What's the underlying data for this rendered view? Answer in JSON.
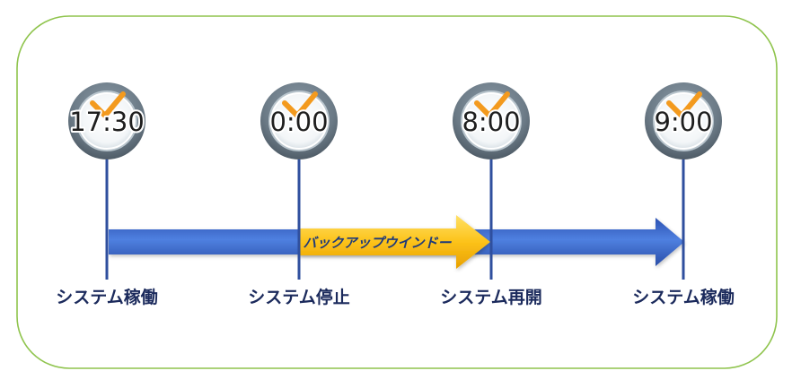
{
  "timeline": {
    "points": [
      {
        "time": "17:30",
        "label": "システム稼働"
      },
      {
        "time": "0:00",
        "label": "システム停止"
      },
      {
        "time": "8:00",
        "label": "システム再開"
      },
      {
        "time": "9:00",
        "label": "システム稼働"
      }
    ],
    "window_label": "バックアップウインドー"
  },
  "colors": {
    "frame_border": "#8fc44d",
    "system_arrow": "#3a66c8",
    "backup_arrow": "#f5b800",
    "clock_hands": "#f39a1e",
    "text": "#1b2a5c"
  }
}
